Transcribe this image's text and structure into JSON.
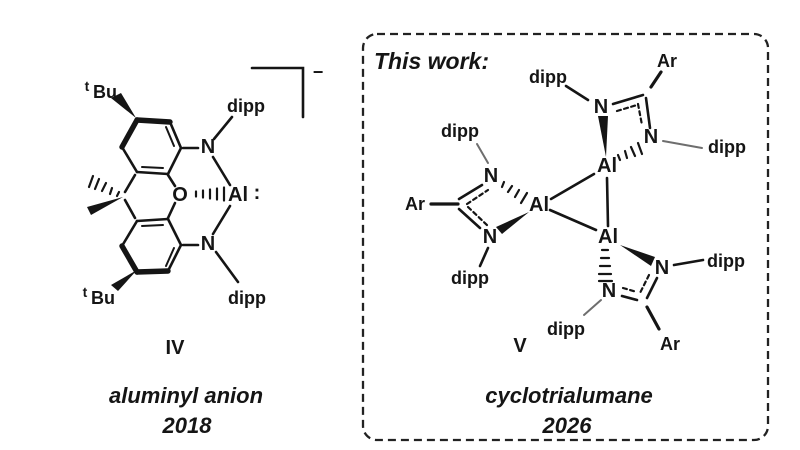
{
  "figure": {
    "left": {
      "tbu_sup": "t",
      "tbu_main": "Bu",
      "dipp": "dipp",
      "n": "N",
      "o": "O",
      "al": "Al",
      "lone_pair": ":",
      "charge": "−",
      "compound_number": "IV",
      "compound_name": "aluminyl anion",
      "year": "2018"
    },
    "right": {
      "header": "This work:",
      "al": "Al",
      "n": "N",
      "dipp": "dipp",
      "ar": "Ar",
      "compound_number": "V",
      "compound_name": "cyclotrialumane",
      "year": "2026"
    },
    "colors": {
      "aluminyl_al": "#ee20d4",
      "alumane_al": "#2424dd",
      "gray_label": "#6e6e6e",
      "bond_black": "#151515"
    }
  }
}
